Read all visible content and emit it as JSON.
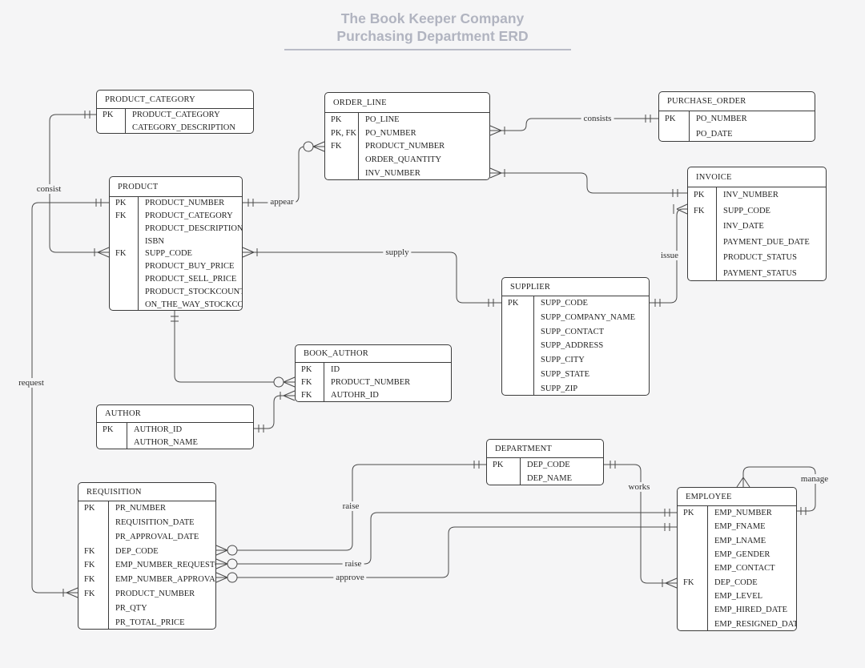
{
  "title": {
    "line1": "The Book Keeper Company",
    "line2": "Purchasing Department ERD"
  },
  "colors": {
    "background": "#f5f5f6",
    "entity_fill": "#ffffff",
    "entity_border": "#3b3b3b",
    "connector_line": "#4a4a4a",
    "title_text": "#b1b4c0"
  },
  "entities": [
    {
      "id": "product_category",
      "name": "PRODUCT_CATEGORY",
      "rows": [
        {
          "k": "PK",
          "a": "PRODUCT_CATEGORY"
        },
        {
          "k": "",
          "a": "CATEGORY_DESCRIPTION"
        }
      ]
    },
    {
      "id": "order_line",
      "name": "ORDER_LINE",
      "rows": [
        {
          "k": "PK",
          "a": "PO_LINE"
        },
        {
          "k": "PK, FK",
          "a": "PO_NUMBER"
        },
        {
          "k": "FK",
          "a": "PRODUCT_NUMBER"
        },
        {
          "k": "",
          "a": "ORDER_QUANTITY"
        },
        {
          "k": "",
          "a": "INV_NUMBER"
        }
      ]
    },
    {
      "id": "purchase_order",
      "name": "PURCHASE_ORDER",
      "rows": [
        {
          "k": "PK",
          "a": "PO_NUMBER"
        },
        {
          "k": "",
          "a": "PO_DATE"
        }
      ]
    },
    {
      "id": "invoice",
      "name": "INVOICE",
      "rows": [
        {
          "k": "PK",
          "a": "INV_NUMBER"
        },
        {
          "k": "FK",
          "a": "SUPP_CODE"
        },
        {
          "k": "",
          "a": "INV_DATE"
        },
        {
          "k": "",
          "a": "PAYMENT_DUE_DATE"
        },
        {
          "k": "",
          "a": "PRODUCT_STATUS"
        },
        {
          "k": "",
          "a": "PAYMENT_STATUS"
        }
      ]
    },
    {
      "id": "product",
      "name": "PRODUCT",
      "rows": [
        {
          "k": "PK",
          "a": "PRODUCT_NUMBER"
        },
        {
          "k": "FK",
          "a": "PRODUCT_CATEGORY"
        },
        {
          "k": "",
          "a": "PRODUCT_DESCRIPTION"
        },
        {
          "k": "",
          "a": "ISBN"
        },
        {
          "k": "FK",
          "a": "SUPP_CODE"
        },
        {
          "k": "",
          "a": "PRODUCT_BUY_PRICE"
        },
        {
          "k": "",
          "a": "PRODUCT_SELL_PRICE"
        },
        {
          "k": "",
          "a": "PRODUCT_STOCKCOUNT"
        },
        {
          "k": "",
          "a": "ON_THE_WAY_STOCKCOUNT"
        }
      ]
    },
    {
      "id": "supplier",
      "name": "SUPPLIER",
      "rows": [
        {
          "k": "PK",
          "a": "SUPP_CODE"
        },
        {
          "k": "",
          "a": "SUPP_COMPANY_NAME"
        },
        {
          "k": "",
          "a": "SUPP_CONTACT"
        },
        {
          "k": "",
          "a": "SUPP_ADDRESS"
        },
        {
          "k": "",
          "a": "SUPP_CITY"
        },
        {
          "k": "",
          "a": "SUPP_STATE"
        },
        {
          "k": "",
          "a": "SUPP_ZIP"
        }
      ]
    },
    {
      "id": "book_author",
      "name": "BOOK_AUTHOR",
      "rows": [
        {
          "k": "PK",
          "a": "ID"
        },
        {
          "k": "FK",
          "a": "PRODUCT_NUMBER"
        },
        {
          "k": "FK",
          "a": "AUTOHR_ID"
        }
      ]
    },
    {
      "id": "author",
      "name": "AUTHOR",
      "rows": [
        {
          "k": "PK",
          "a": "AUTHOR_ID"
        },
        {
          "k": "",
          "a": "AUTHOR_NAME"
        }
      ]
    },
    {
      "id": "department",
      "name": "DEPARTMENT",
      "rows": [
        {
          "k": "PK",
          "a": "DEP_CODE"
        },
        {
          "k": "",
          "a": "DEP_NAME"
        }
      ]
    },
    {
      "id": "requisition",
      "name": "REQUISITION",
      "rows": [
        {
          "k": "PK",
          "a": "PR_NUMBER"
        },
        {
          "k": "",
          "a": "REQUISITION_DATE"
        },
        {
          "k": "",
          "a": "PR_APPROVAL_DATE"
        },
        {
          "k": "FK",
          "a": "DEP_CODE"
        },
        {
          "k": "FK",
          "a": "EMP_NUMBER_REQUESTOR"
        },
        {
          "k": "FK",
          "a": "EMP_NUMBER_APPROVAL"
        },
        {
          "k": "FK",
          "a": "PRODUCT_NUMBER"
        },
        {
          "k": "",
          "a": "PR_QTY"
        },
        {
          "k": "",
          "a": "PR_TOTAL_PRICE"
        }
      ]
    },
    {
      "id": "employee",
      "name": "EMPLOYEE",
      "rows": [
        {
          "k": "PK",
          "a": "EMP_NUMBER"
        },
        {
          "k": "",
          "a": "EMP_FNAME"
        },
        {
          "k": "",
          "a": "EMP_LNAME"
        },
        {
          "k": "",
          "a": "EMP_GENDER"
        },
        {
          "k": "",
          "a": "EMP_CONTACT"
        },
        {
          "k": "FK",
          "a": "DEP_CODE"
        },
        {
          "k": "",
          "a": "EMP_LEVEL"
        },
        {
          "k": "",
          "a": "EMP_HIRED_DATE"
        },
        {
          "k": "",
          "a": "EMP_RESIGNED_DATE"
        }
      ]
    }
  ],
  "relationships": [
    {
      "id": "consist",
      "label": "consist"
    },
    {
      "id": "request",
      "label": "request"
    },
    {
      "id": "appear",
      "label": "appear"
    },
    {
      "id": "consists",
      "label": "consists"
    },
    {
      "id": "supply",
      "label": "supply"
    },
    {
      "id": "issue",
      "label": "issue"
    },
    {
      "id": "raise_department",
      "label": "raise"
    },
    {
      "id": "raise_employee",
      "label": "raise"
    },
    {
      "id": "approve",
      "label": "approve"
    },
    {
      "id": "works",
      "label": "works"
    },
    {
      "id": "manage",
      "label": "manage"
    }
  ]
}
